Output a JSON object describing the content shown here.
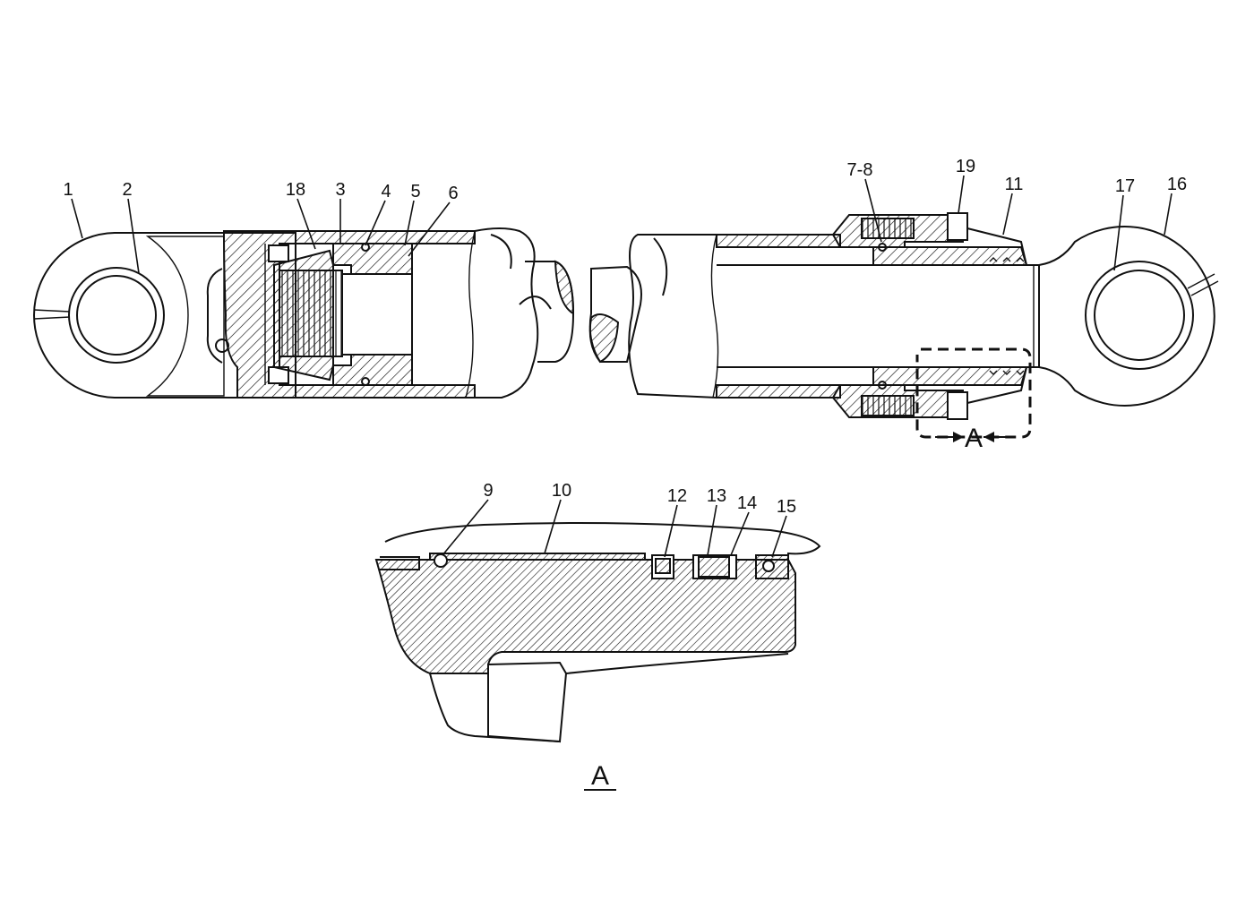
{
  "callouts": {
    "c1": "1",
    "c2": "2",
    "c18": "18",
    "c3": "3",
    "c4": "4",
    "c5": "5",
    "c6": "6",
    "c78": "7-8",
    "c19": "19",
    "c11": "11",
    "c17": "17",
    "c16": "16",
    "c9": "9",
    "c10": "10",
    "c12": "12",
    "c13": "13",
    "c14": "14",
    "c15": "15"
  },
  "detail": {
    "marker_label": "A",
    "view_label": "A"
  }
}
